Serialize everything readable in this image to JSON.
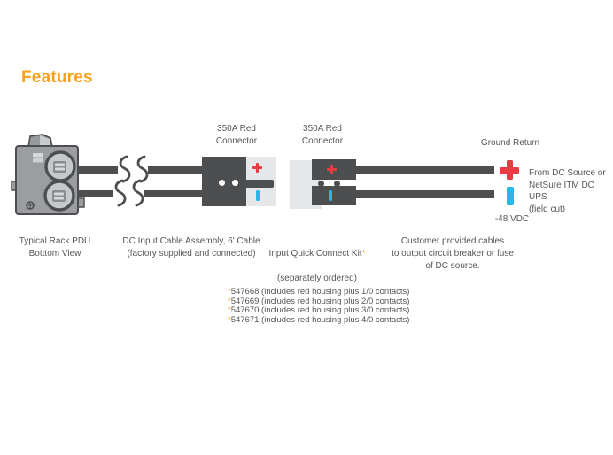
{
  "title": "Features",
  "labels": {
    "connector1": "350A Red\nConnector",
    "connector2": "350A Red\nConnector",
    "ground_return": "Ground Return",
    "dc_source": "From DC Source or\nNetSure ITM DC UPS\n(field cut)",
    "neg48": "-48 VDC"
  },
  "captions": {
    "pdu": "Typical Rack PDU\nBotttom View",
    "cable": "DC Input Cable Assembly, 6' Cable\n(factory supplied and connected)",
    "kit_line1": "Input Quick Connect Kit",
    "kit_star": "*",
    "kit_line2": "(separately ordered)",
    "customer": "Customer provided cables\nto output circuit breaker or fuse\nof DC source."
  },
  "part_numbers": [
    {
      "star": "*",
      "text": "547668 (includes red housing plus 1/0 contacts)"
    },
    {
      "star": "*",
      "text": "547669 (includes red housing plus 2/0 contacts)"
    },
    {
      "star": "*",
      "text": "547670 (includes red housing plus 3/0 contacts)"
    },
    {
      "star": "*",
      "text": "547671 (includes red housing plus 4/0 contacts)"
    }
  ],
  "icons": {
    "positive_terminal": "plus-icon",
    "negative_terminal": "minus-icon",
    "cable_break": "break-squiggle-icon",
    "pdu_device": "rack-pdu-bottom-view"
  },
  "colors": {
    "accent_orange": "#F9A11E",
    "dark_gray": "#4D4E50",
    "light_gray_block": "#E6E7E8",
    "text_gray": "#55565B",
    "positive_red": "#E93B44",
    "negative_cyan": "#29B6E8"
  }
}
